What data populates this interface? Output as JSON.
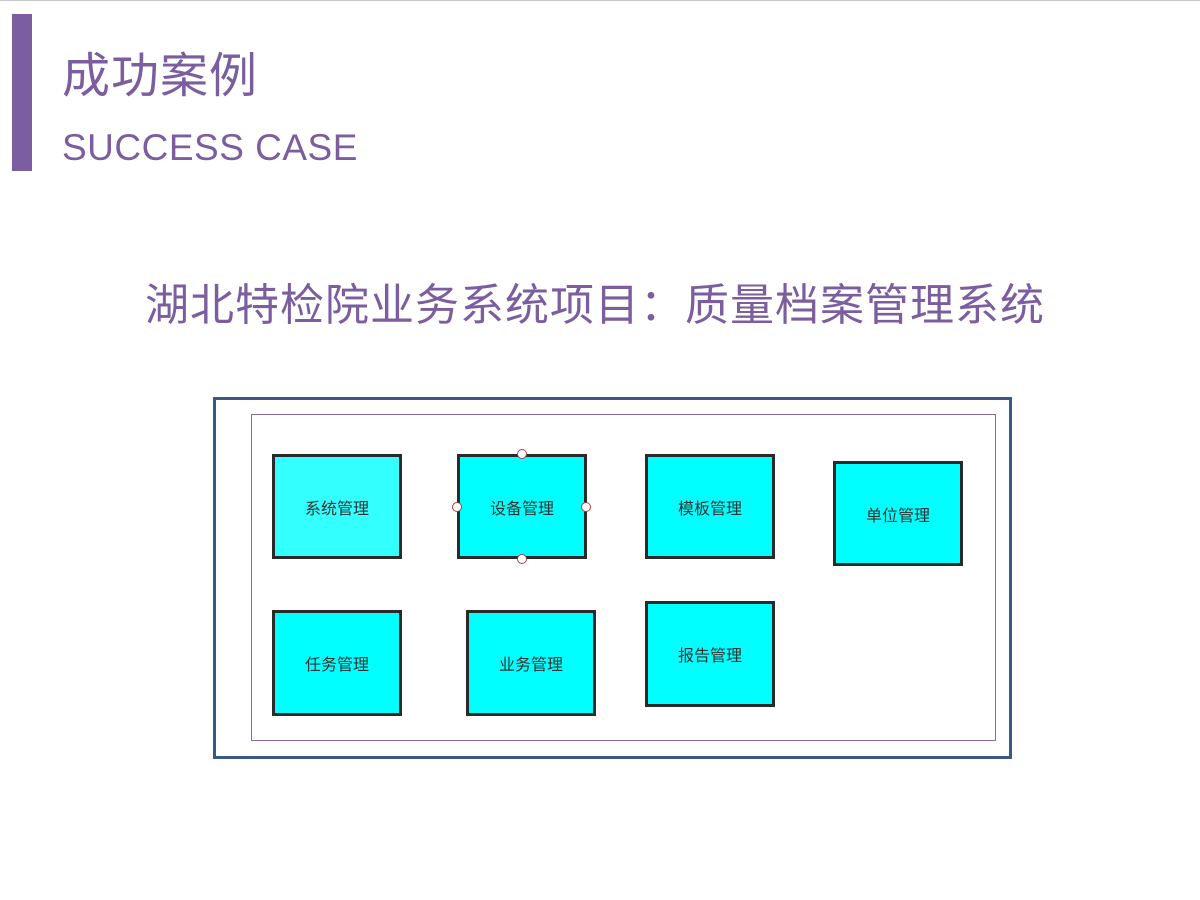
{
  "header": {
    "title_cn": "成功案例",
    "title_en": "SUCCESS CASE"
  },
  "subtitle": "湖北特检院业务系统项目：质量档案管理系统",
  "diagram": {
    "modules": [
      {
        "label": "系统管理"
      },
      {
        "label": "设备管理"
      },
      {
        "label": "模板管理"
      },
      {
        "label": "单位管理"
      },
      {
        "label": "任务管理"
      },
      {
        "label": "业务管理"
      },
      {
        "label": "报告管理"
      }
    ]
  },
  "colors": {
    "accent": "#7b5e9f",
    "module_fill": "#00ffff",
    "frame_border": "#3a5a86"
  }
}
